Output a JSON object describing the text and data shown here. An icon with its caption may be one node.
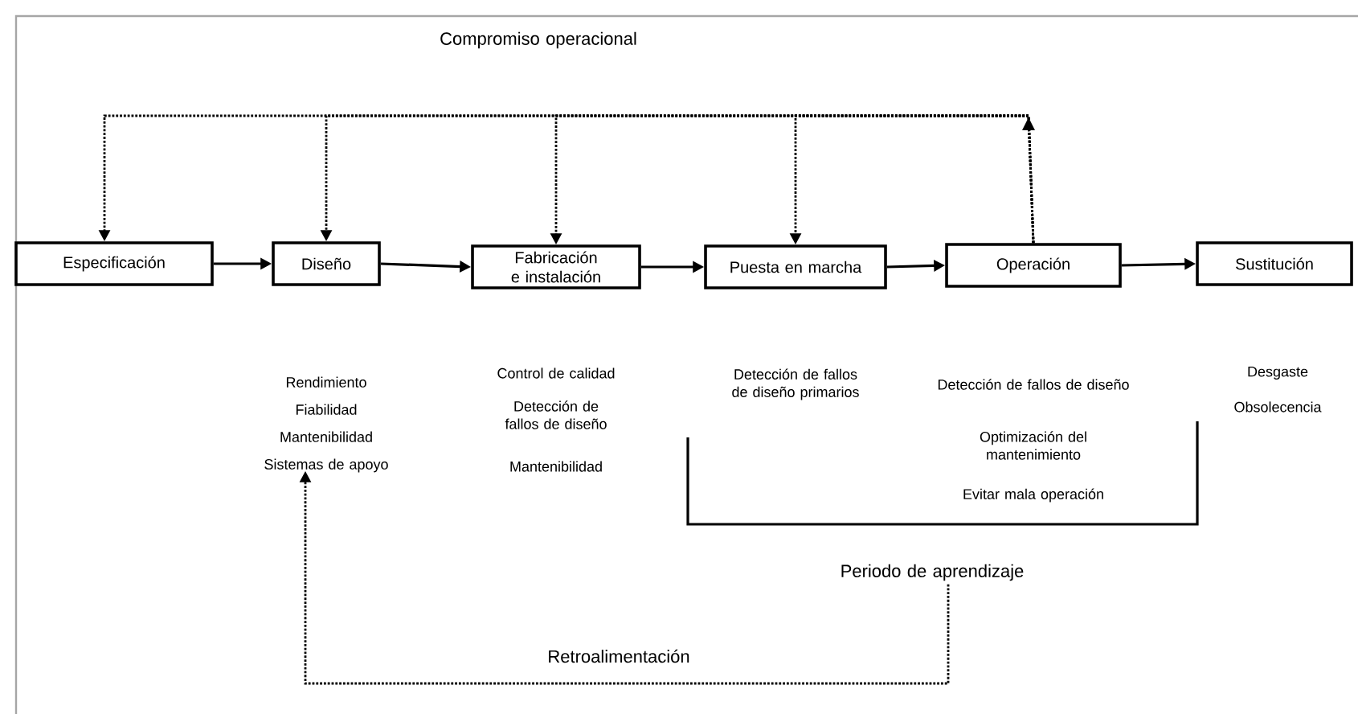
{
  "diagram": {
    "nodes": [
      {
        "text": [
          "Especificación"
        ]
      },
      {
        "text": [
          "Diseño"
        ]
      },
      {
        "text": [
          "Fabricación e instalación"
        ]
      },
      {
        "text": [
          "Puesta en marcha"
        ]
      },
      {
        "text": [
          "Operación"
        ]
      },
      {
        "text": [
          "Sustitución"
        ]
      },
      {
        "text": [
          "Rendimiento",
          "Fiabilidad",
          "Mantenibilidad",
          "Sistemas de apoyo"
        ]
      },
      {
        "text": [
          "Periodo de aprendizaje"
        ]
      }
    ],
    "edges": [
      {
        "from": 0,
        "to": 1,
        "arrow": "to"
      },
      {
        "from": 1,
        "to": 2,
        "arrow": "to"
      },
      {
        "from": 2,
        "to": 3,
        "arrow": "to"
      },
      {
        "from": 3,
        "to": 4,
        "arrow": "to"
      },
      {
        "from": 4,
        "to": 5,
        "arrow": "to"
      },
      {
        "from": 4,
        "to": 0,
        "arrow": "to",
        "style": "dashed"
      },
      {
        "from": 4,
        "to": 1,
        "arrow": "to",
        "style": "dashed"
      },
      {
        "from": 4,
        "to": 2,
        "arrow": "to",
        "style": "dashed"
      },
      {
        "from": 4,
        "to": 3,
        "arrow": "to",
        "style": "dashed"
      },
      {
        "from": 7,
        "to": 6,
        "arrow": "to",
        "style": "dashed",
        "label": "Retroalimentación"
      }
    ],
    "labels": [
      "Compromiso operacional",
      "Control de calidad",
      "Detección de fallos de diseño",
      "Mantenibilidad",
      "Detección de fallos de diseño primarios",
      "Detección de fallos de diseño",
      "Optimización del mantenimiento",
      "Evitar mala operación",
      "Desgaste",
      "Obsolecencia"
    ]
  }
}
